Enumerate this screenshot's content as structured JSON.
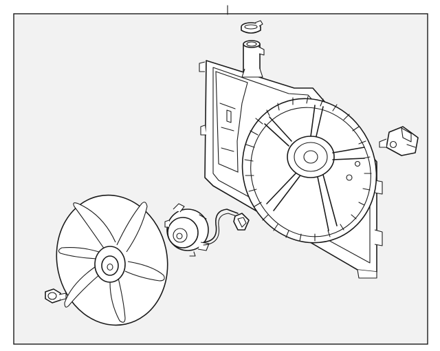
{
  "diagram": {
    "background": "#ffffff",
    "panel_fill": "#f2f2f2",
    "line_color": "#1a1a1a",
    "parts": [
      "leader-line",
      "hose-clamp",
      "filler-neck",
      "fan-shroud",
      "fan-motor",
      "wiring-connector",
      "cooling-fan-blade",
      "retaining-nut",
      "resistor-connector"
    ]
  }
}
